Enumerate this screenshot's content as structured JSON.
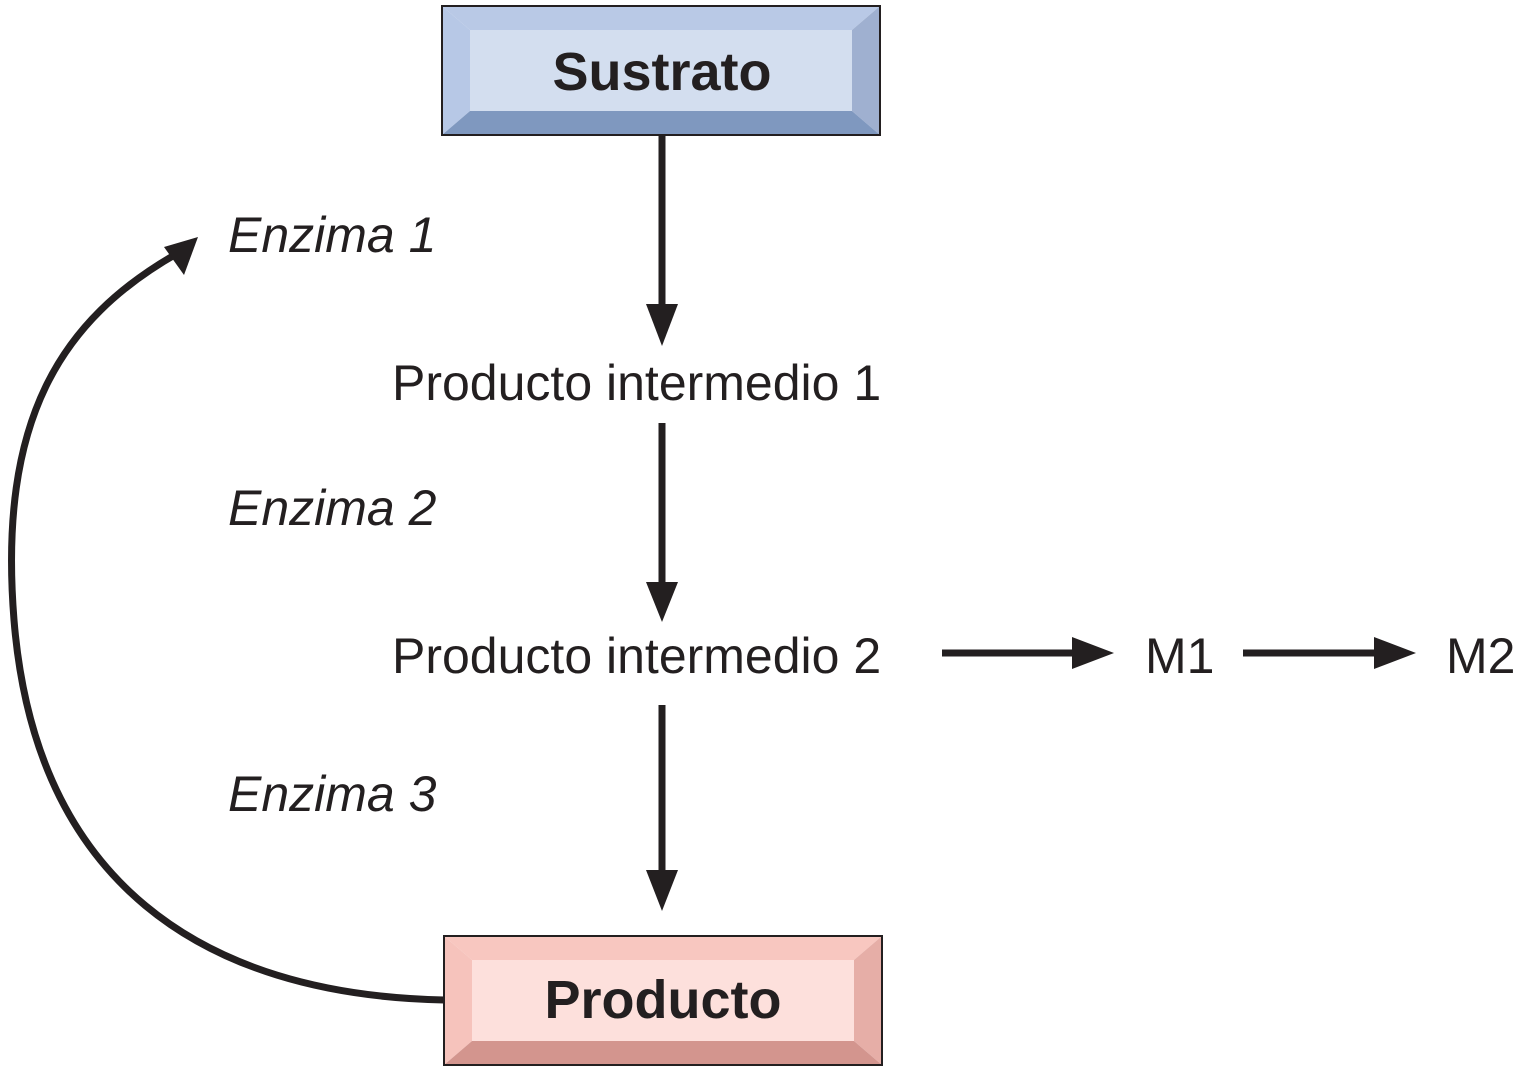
{
  "nodes": {
    "substrate": "Sustrato",
    "intermediate_1": "Producto intermedio 1",
    "intermediate_2": "Producto intermedio 2",
    "product": "Producto",
    "metabolite_1": "M1",
    "metabolite_2": "M2"
  },
  "enzymes": {
    "enzyme_1": "Enzima 1",
    "enzyme_2": "Enzima 2",
    "enzyme_3": "Enzima 3"
  },
  "colors": {
    "substrate_face": "#d3deef",
    "substrate_top": "#b9c9e6",
    "substrate_left": "#b7c8e6",
    "substrate_right": "#9fb0d0",
    "substrate_bottom": "#7f98bf",
    "product_face": "#fde0dc",
    "product_top": "#f8c7c0",
    "product_left": "#f6c3bc",
    "product_right": "#e6aea7",
    "product_bottom": "#d3958e",
    "ink": "#231f20"
  }
}
